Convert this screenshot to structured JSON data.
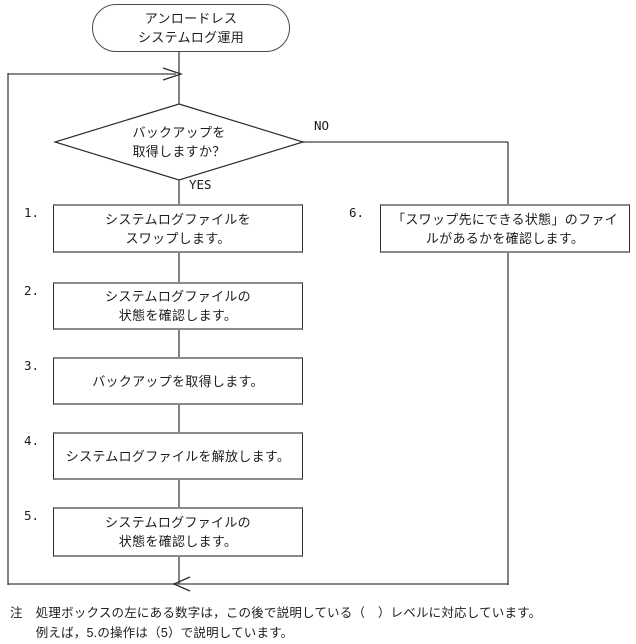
{
  "diagram": {
    "start": {
      "label": "アンロードレス\nシステムログ運用"
    },
    "decision": {
      "label": "バックアップを\n取得しますか？",
      "yes": "YES",
      "no": "NO"
    },
    "steps": [
      {
        "num": "1.",
        "label": "システムログファイルを\nスワップします。"
      },
      {
        "num": "2.",
        "label": "システムログファイルの\n状態を確認します。"
      },
      {
        "num": "3.",
        "label": "バックアップを取得します。"
      },
      {
        "num": "4.",
        "label": "システムログファイルを解放します。"
      },
      {
        "num": "5.",
        "label": "システムログファイルの\n状態を確認します。"
      },
      {
        "num": "6.",
        "label": "「スワップ先にできる状態」のファイ\nルがあるかを確認します。"
      }
    ],
    "note": {
      "label": "注",
      "text": "処理ボックスの左にある数字は，この後で説明している（　）レベルに対応しています。\n例えば，5.の操作は（5）で説明しています。"
    }
  },
  "colors": {
    "line_dark": "#2e2e2e",
    "line_gray": "#888888",
    "text": "#1c1c1c",
    "background": "#ffffff"
  }
}
